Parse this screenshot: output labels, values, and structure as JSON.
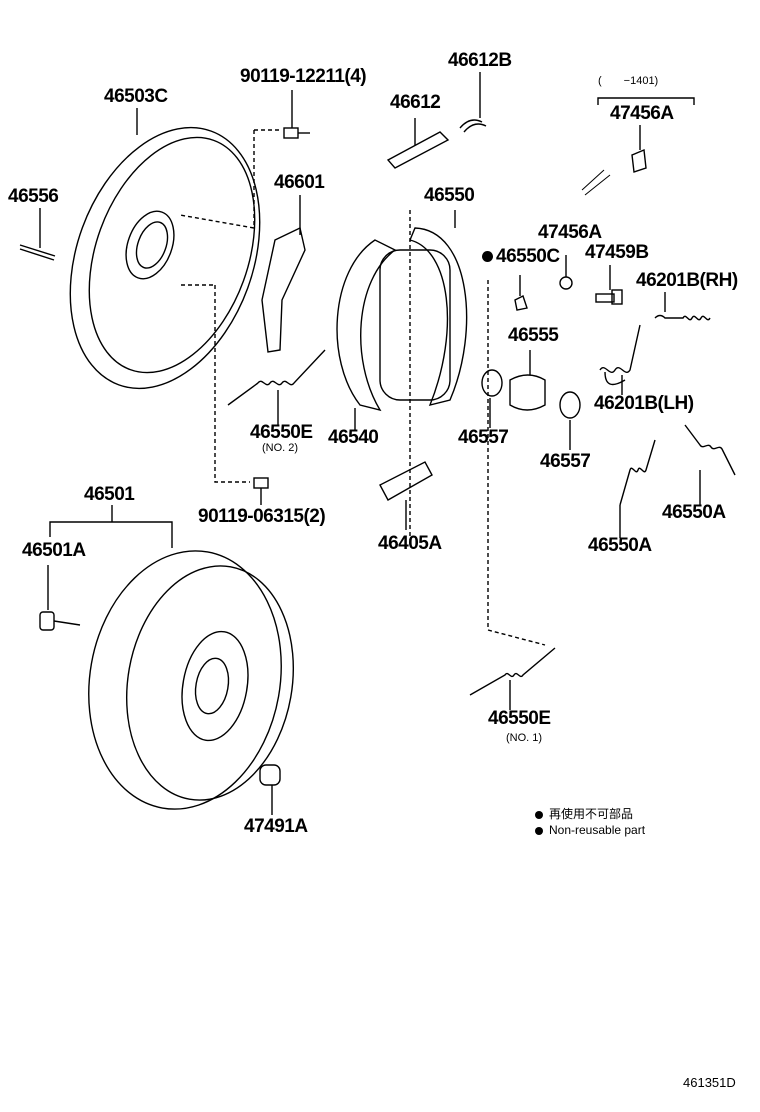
{
  "title_code": "461351D",
  "labels": {
    "p46503C": "46503C",
    "p90119_12211": "90119-12211(4)",
    "p46612B": "46612B",
    "p46612": "46612",
    "range_note": "(　　−1401)",
    "p47456A_top": "47456A",
    "p46556": "46556",
    "p46601": "46601",
    "p46550": "46550",
    "p47456A": "47456A",
    "p47459B": "47459B",
    "p46550C": "46550C",
    "p46201B_RH": "46201B(RH)",
    "p46555": "46555",
    "p46201B_LH": "46201B(LH)",
    "p46550E_no2": "46550E",
    "no2": "(NO. 2)",
    "p46540": "46540",
    "p46557_a": "46557",
    "p46557_b": "46557",
    "p46501": "46501",
    "p90119_06315": "90119-06315(2)",
    "p46550A_a": "46550A",
    "p46550A_b": "46550A",
    "p46501A": "46501A",
    "p46405A": "46405A",
    "p46550E_no1": "46550E",
    "no1": "(NO. 1)",
    "p47491A": "47491A"
  },
  "legend": {
    "japanese": "再使用不可部品",
    "english": "Non-reusable part"
  }
}
